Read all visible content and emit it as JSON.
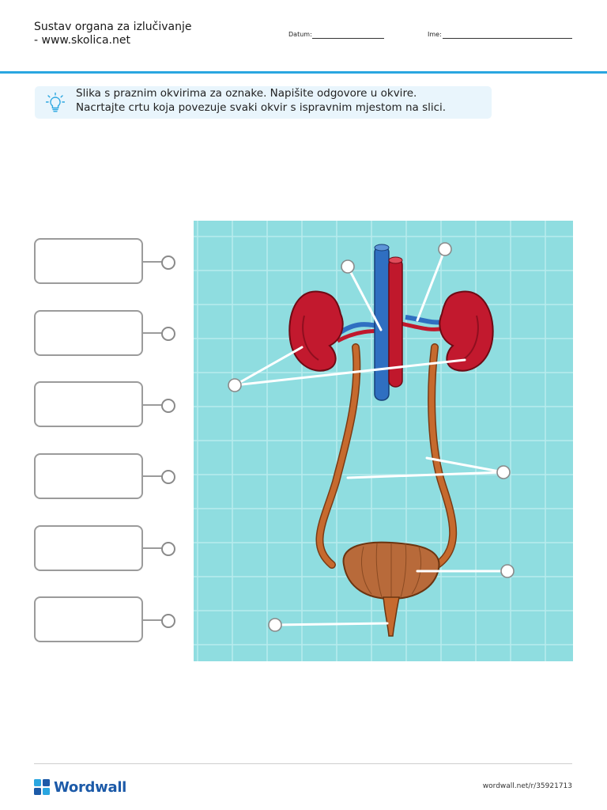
{
  "header": {
    "title_line1": "Sustav organa za izlučivanje",
    "title_line2": "- www.skolica.net",
    "date_label": "Datum:",
    "name_label": "Ime:"
  },
  "instruction": {
    "line1": "Slika s praznim okvirima za oznake. Napišite odgovore u okvire.",
    "line2": "Nacrtajte crtu koja povezuje svaki okvir s ispravnim mjestom na slici.",
    "icon": "lightbulb-icon"
  },
  "label_boxes": [
    "",
    "",
    "",
    "",
    "",
    ""
  ],
  "illustration": {
    "subject": "urinary system diagram",
    "colors": {
      "background": "#8fdde0",
      "grid": "#b8ecee",
      "kidney": "#c2192e",
      "vein": "#2f6fc1",
      "artery": "#c0182c",
      "ureter": "#c66a2e",
      "bladder": "#b86a3a"
    },
    "marker_count": 6
  },
  "footer": {
    "brand": "Wordwall",
    "url": "wordwall.net/r/35921713"
  },
  "colors": {
    "accent": "#2aa6e0",
    "instruction_bg": "#e9f5fc",
    "brand": "#1c5aa8"
  }
}
